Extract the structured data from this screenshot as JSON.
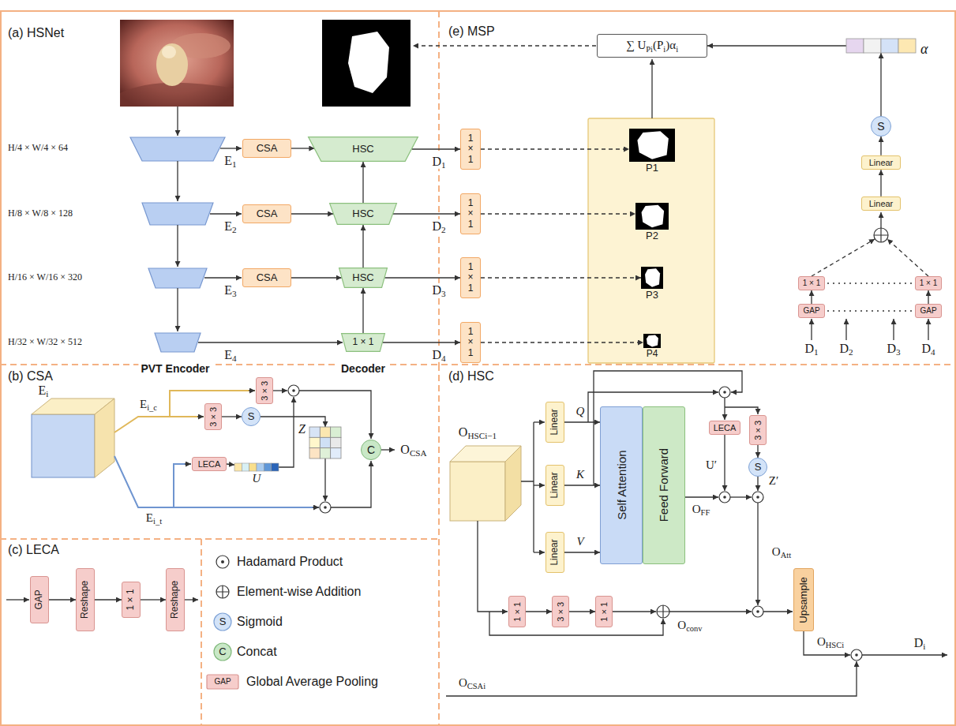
{
  "diagram": {
    "nodes": [
      {
        "text": [
          "CSA"
        ]
      },
      {
        "text": [
          "HSC"
        ]
      },
      {
        "text": [
          "CSA"
        ]
      },
      {
        "text": [
          "HSC"
        ]
      },
      {
        "text": [
          "CSA"
        ]
      },
      {
        "text": [
          "HSC"
        ]
      },
      {
        "text": [
          "1 × 1"
        ]
      },
      {
        "text": [
          "∑ UPi(Pi)αi"
        ]
      },
      {
        "text": [
          "α"
        ]
      },
      {
        "text": [
          "S"
        ]
      },
      {
        "text": [
          "Linear"
        ]
      },
      {
        "text": [
          "Linear"
        ]
      },
      {
        "text": [
          "1 × 1"
        ]
      },
      {
        "text": [
          "P1"
        ]
      },
      {
        "text": [
          "1 × 1"
        ]
      },
      {
        "text": [
          "P2"
        ]
      },
      {
        "text": [
          "1 × 1"
        ]
      },
      {
        "text": [
          "P3"
        ]
      },
      {
        "text": [
          "1 × 1"
        ]
      },
      {
        "text": [
          "P4"
        ]
      },
      {
        "text": [
          "1 × 1"
        ]
      },
      {
        "text": [
          "1 × 1"
        ]
      },
      {
        "text": [
          "GAP"
        ]
      },
      {
        "text": [
          "GAP"
        ]
      },
      {
        "text": [
          "3 × 3"
        ]
      },
      {
        "text": [
          "3 × 3"
        ]
      },
      {
        "text": [
          "S"
        ]
      },
      {
        "text": [
          "Z"
        ]
      },
      {
        "text": [
          "LECA"
        ]
      },
      {
        "text": [
          "U"
        ]
      },
      {
        "text": [
          "C"
        ]
      },
      {
        "text": [
          "GAP"
        ]
      },
      {
        "text": [
          "Reshape"
        ]
      },
      {
        "text": [
          "1 × 1"
        ]
      },
      {
        "text": [
          "Reshape"
        ]
      },
      {
        "text": [
          "Linear"
        ]
      },
      {
        "text": [
          "Linear"
        ]
      },
      {
        "text": [
          "Linear"
        ]
      },
      {
        "text": [
          "Self Attention"
        ]
      },
      {
        "text": [
          "Feed Forward"
        ]
      },
      {
        "text": [
          "LECA"
        ]
      },
      {
        "text": [
          "3 × 3"
        ]
      },
      {
        "text": [
          "S"
        ]
      },
      {
        "text": [
          "1 × 1"
        ]
      },
      {
        "text": [
          "3 × 3"
        ]
      },
      {
        "text": [
          "1 × 1"
        ]
      },
      {
        "text": [
          "Upsample"
        ]
      }
    ],
    "edges": [
      {
        "from": 0,
        "to": 1,
        "arrow": "to"
      },
      {
        "from": 2,
        "to": 3,
        "arrow": "to"
      },
      {
        "from": 4,
        "to": 5,
        "arrow": "to"
      },
      {
        "from": 6,
        "to": 5,
        "arrow": "to"
      },
      {
        "from": 5,
        "to": 3,
        "arrow": "to"
      },
      {
        "from": 3,
        "to": 1,
        "arrow": "to"
      },
      {
        "from": 1,
        "to": 12,
        "label": "D1",
        "arrow": "to"
      },
      {
        "from": 3,
        "to": 14,
        "label": "D2",
        "arrow": "to"
      },
      {
        "from": 5,
        "to": 16,
        "label": "D3",
        "arrow": "to"
      },
      {
        "from": 6,
        "to": 18,
        "label": "D4",
        "arrow": "to"
      },
      {
        "from": 12,
        "to": 13,
        "arrow": "to"
      },
      {
        "from": 14,
        "to": 15,
        "arrow": "to"
      },
      {
        "from": 16,
        "to": 17,
        "arrow": "to"
      },
      {
        "from": 18,
        "to": 19,
        "arrow": "to"
      },
      {
        "from": 8,
        "to": 7,
        "arrow": "to"
      },
      {
        "from": 9,
        "to": 8,
        "arrow": "to"
      },
      {
        "from": 10,
        "to": 9,
        "arrow": "to"
      },
      {
        "from": 11,
        "to": 10,
        "arrow": "to"
      },
      {
        "from": 22,
        "to": 20,
        "arrow": "to"
      },
      {
        "from": 23,
        "to": 21,
        "arrow": "to"
      },
      {
        "from": 25,
        "to": 26,
        "arrow": "to"
      },
      {
        "from": 26,
        "to": 27,
        "arrow": "to"
      },
      {
        "from": 28,
        "to": 29,
        "arrow": "to"
      },
      {
        "from": 31,
        "to": 32,
        "arrow": "to"
      },
      {
        "from": 32,
        "to": 33,
        "arrow": "to"
      },
      {
        "from": 33,
        "to": 34,
        "arrow": "to"
      },
      {
        "from": 35,
        "to": 38,
        "arrow": "to"
      },
      {
        "from": 36,
        "to": 38,
        "arrow": "to"
      },
      {
        "from": 37,
        "to": 38,
        "arrow": "to"
      },
      {
        "from": 41,
        "to": 42,
        "arrow": "to"
      },
      {
        "from": 43,
        "to": 44,
        "arrow": "to"
      },
      {
        "from": 44,
        "to": 45,
        "arrow": "to"
      }
    ],
    "labels": [
      "(a) HSNet",
      "H/4 × W/4 × 64",
      "H/8 × W/8 × 128",
      "H/16 × W/16 × 320",
      "H/32 × W/32 × 512",
      "E1",
      "E2",
      "E3",
      "E4",
      "PVT Encoder",
      "Decoder",
      "(e) MSP",
      "D1",
      "D2",
      "D3",
      "D4",
      "(b) CSA",
      "Ei",
      "Ei_c",
      "Ei_t",
      "OCSA",
      "(c) LECA",
      "S",
      "C",
      "GAP",
      "(d) HSC",
      "OHSCi−1",
      "Q",
      "K",
      "V",
      "OFF",
      "U′",
      "Z′",
      "OAtt",
      "Oconv",
      "OHSCi",
      "Di",
      "OCSAi"
    ],
    "legend": [
      {
        "text": "Hadamard Product"
      },
      {
        "text": "Element-wise Addition"
      },
      {
        "text": "Sigmoid"
      },
      {
        "text": "Concat"
      },
      {
        "text": "Global Average Pooling"
      }
    ]
  }
}
